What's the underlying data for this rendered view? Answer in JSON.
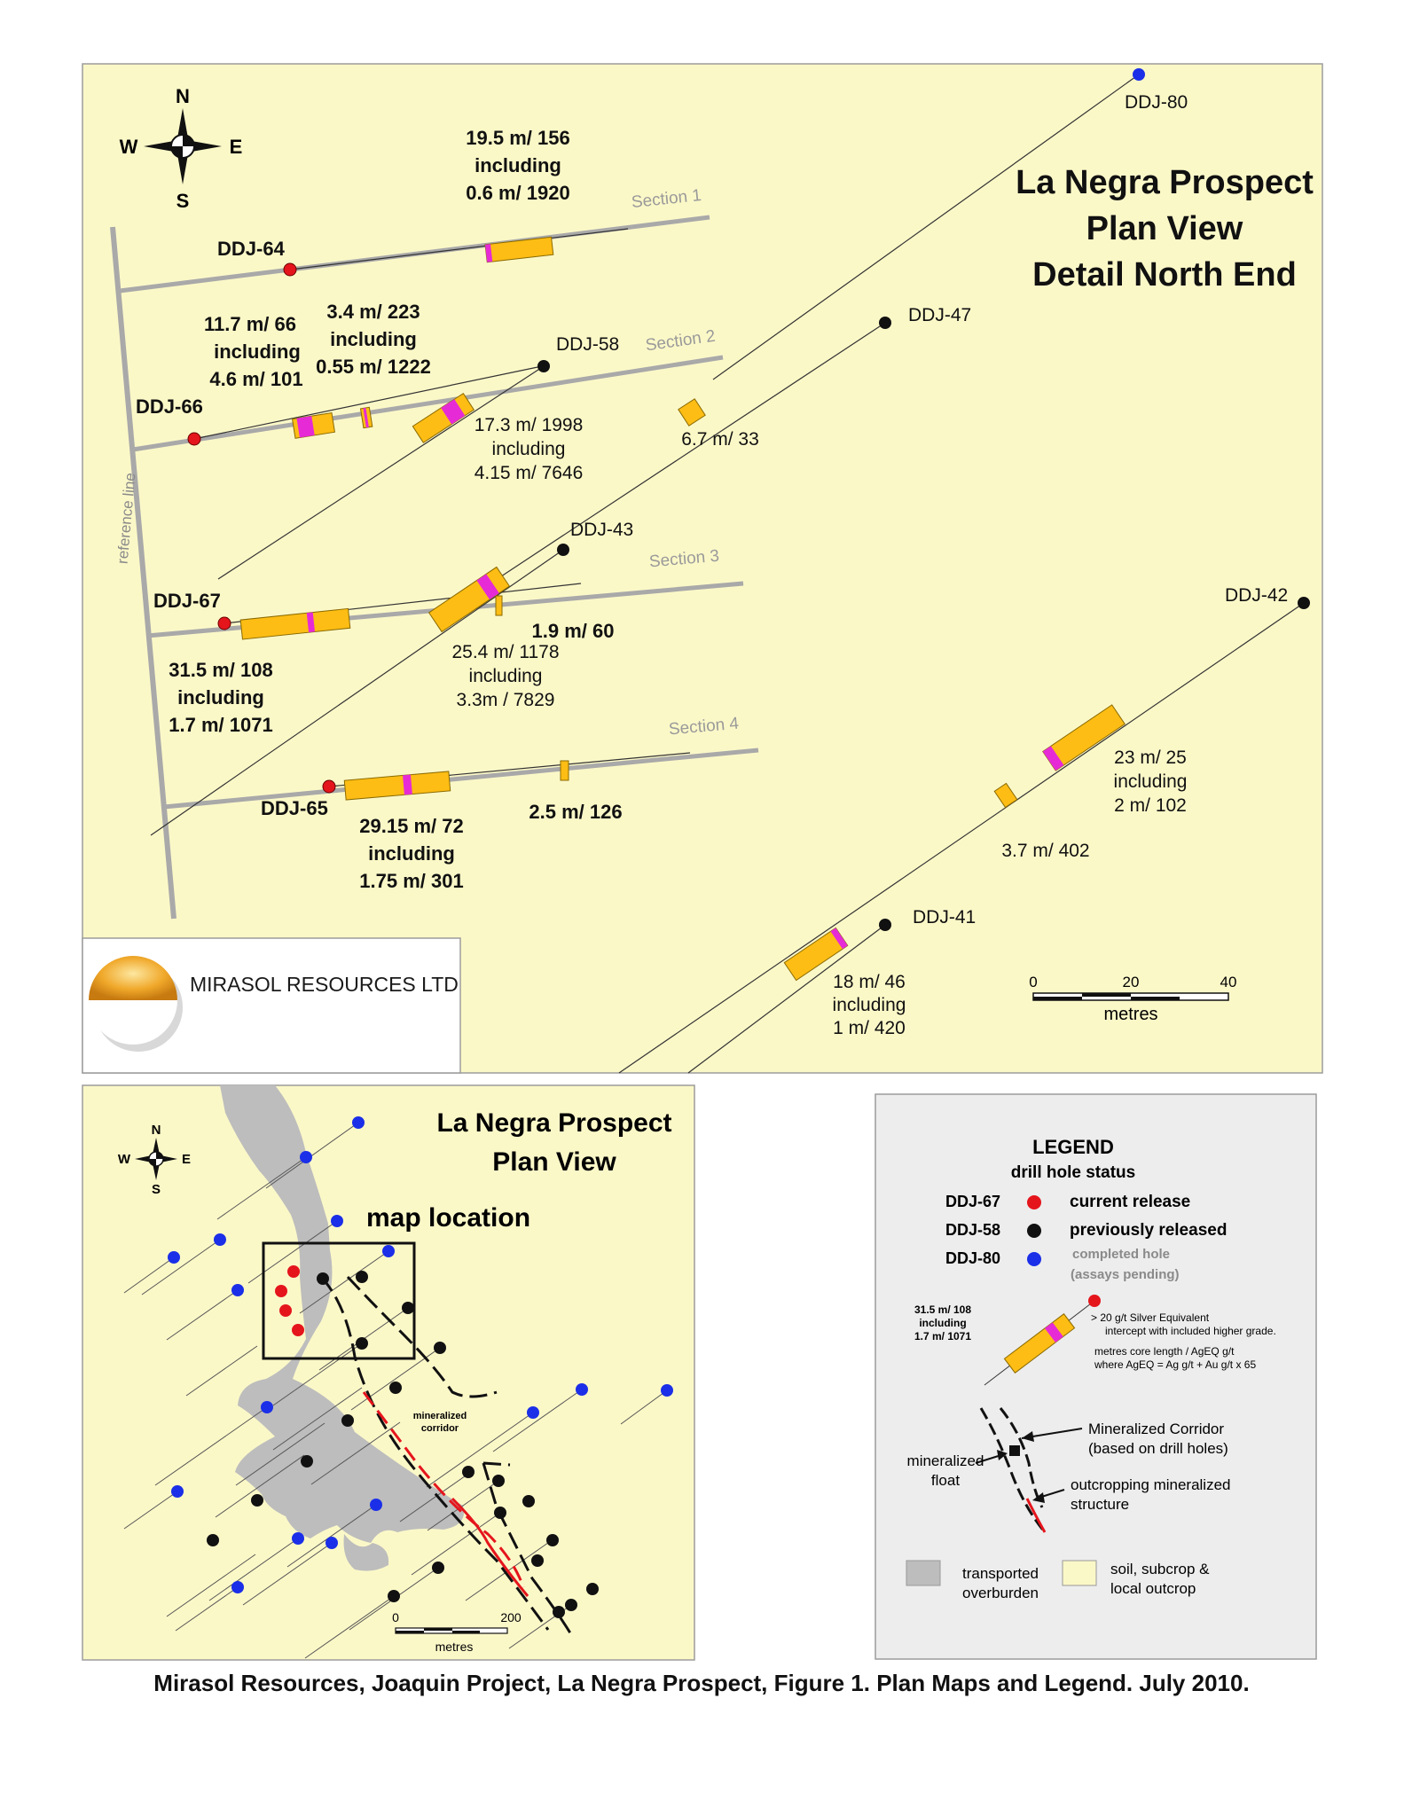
{
  "detail_map": {
    "title_lines": [
      "La Negra Prospect",
      "Plan View",
      "Detail North End"
    ],
    "compass": {
      "n": "N",
      "s": "S",
      "e": "E",
      "w": "W"
    },
    "reference_line_label": "reference line",
    "sections": [
      "Section 1",
      "Section 2",
      "Section 3",
      "Section 4"
    ],
    "holes": [
      {
        "id": "DDJ-64",
        "status": "current"
      },
      {
        "id": "DDJ-66",
        "status": "current"
      },
      {
        "id": "DDJ-67",
        "status": "current"
      },
      {
        "id": "DDJ-65",
        "status": "current"
      },
      {
        "id": "DDJ-58",
        "status": "previous"
      },
      {
        "id": "DDJ-47",
        "status": "previous"
      },
      {
        "id": "DDJ-43",
        "status": "previous"
      },
      {
        "id": "DDJ-42",
        "status": "previous"
      },
      {
        "id": "DDJ-41",
        "status": "previous"
      },
      {
        "id": "DDJ-80",
        "status": "pending"
      }
    ],
    "intercepts": {
      "ddj64": [
        "19.5 m/ 156",
        "including",
        "0.6 m/ 1920"
      ],
      "ddj66_a": [
        "11.7 m/ 66",
        "including",
        "4.6 m/ 101"
      ],
      "ddj66_b": [
        "3.4 m/ 223",
        "including",
        "0.55 m/ 1222"
      ],
      "ddj58": [
        "17.3 m/ 1998",
        "including",
        "4.15 m/ 7646"
      ],
      "ddj47": "6.7 m/ 33",
      "ddj43": [
        "25.4 m/ 1178",
        "including",
        "3.3m / 7829"
      ],
      "ddj67_b": "1.9 m/ 60",
      "ddj67_a": [
        "31.5 m/ 108",
        "including",
        "1.7 m/ 1071"
      ],
      "ddj65_a": [
        "29.15 m/ 72",
        "including",
        "1.75 m/ 301"
      ],
      "ddj65_b": "2.5 m/ 126",
      "ddj42_a": [
        "23 m/ 25",
        "including",
        "2 m/ 102"
      ],
      "ddj42_b": "3.7 m/ 402",
      "ddj41": [
        "18 m/ 46",
        "including",
        "1 m/ 420"
      ]
    },
    "scale": {
      "ticks": [
        "0",
        "20",
        "40"
      ],
      "unit": "metres"
    }
  },
  "logo": {
    "text": "MIRASOL RESOURCES LTD"
  },
  "location_map": {
    "title_lines": [
      "La Negra Prospect",
      "Plan View"
    ],
    "map_location_label": "map location",
    "corridor_label": [
      "mineralized",
      "corridor"
    ],
    "compass": {
      "n": "N",
      "s": "S",
      "e": "E",
      "w": "W"
    },
    "scale": {
      "ticks": [
        "0",
        "200"
      ],
      "unit": "metres"
    }
  },
  "legend": {
    "title": "LEGEND",
    "subtitle": "drill hole status",
    "items": [
      {
        "id": "DDJ-67",
        "label": "current release"
      },
      {
        "id": "DDJ-58",
        "label": "previously released"
      },
      {
        "id": "DDJ-80",
        "label": "completed hole",
        "note": "(assays pending)"
      }
    ],
    "example_intercept": [
      "31.5 m/ 108",
      "including",
      "1.7 m/ 1071"
    ],
    "intercept_notes": [
      "> 20 g/t Silver Equivalent",
      "intercept with included higher grade.",
      "metres core length / AgEQ g/t",
      "where AgEQ = Ag g/t + Au g/t x 65"
    ],
    "corridor": [
      "Mineralized Corridor",
      "(based on drill holes)"
    ],
    "float": [
      "mineralized",
      "float"
    ],
    "outcrop": [
      "outcropping mineralized",
      "structure"
    ],
    "overburden": [
      "transported",
      "overburden"
    ],
    "soil": [
      "soil, subcrop &",
      "local outcrop"
    ]
  },
  "caption": "Mirasol Resources, Joaquin Project, La Negra Prospect, Figure 1. Plan Maps and Legend. July 2010.",
  "colors": {
    "map_bg": "#fbf8c8",
    "intercept": "#fdbd14",
    "high_grade": "#e62bd6",
    "current": "#e5151c",
    "previous": "#111111",
    "pending": "#1b2fe8",
    "section_line": "#a9a9a9",
    "overburden": "#bdbdbd"
  }
}
